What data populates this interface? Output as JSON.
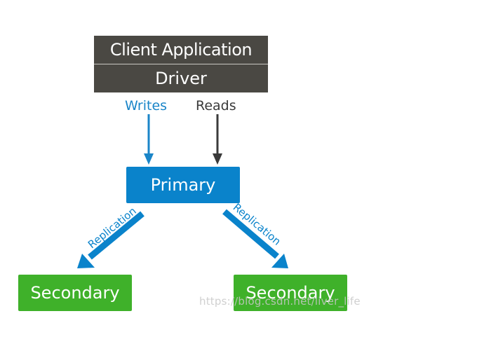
{
  "boxes": {
    "client_application": "Client Application",
    "driver": "Driver",
    "primary": "Primary",
    "secondary_left": "Secondary",
    "secondary_right": "Secondary"
  },
  "edges": {
    "writes": "Writes",
    "reads": "Reads",
    "replication_left": "Replication",
    "replication_right": "Replication"
  },
  "watermark": "https://blog.csdn.net/liver_life",
  "colors": {
    "client_box": "#4a4843",
    "primary_box": "#0a83cb",
    "secondary_box": "#3fb12a",
    "writes_arrow": "#1a85c8",
    "reads_arrow": "#3a3a3a",
    "replication_arrow": "#0a83cb"
  }
}
